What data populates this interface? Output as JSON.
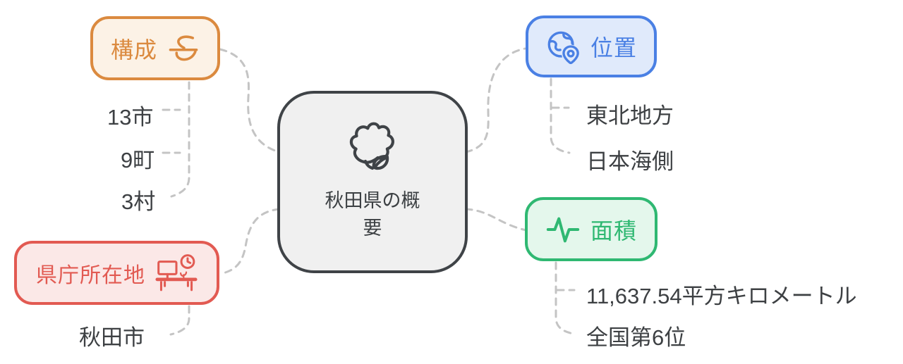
{
  "center": {
    "label": "秋田県の概要",
    "icon": "leaf-icon",
    "border_color": "#3F4347",
    "bg_color": "#F0F0F0",
    "text_color": "#3C4043"
  },
  "branches": [
    {
      "id": "kousei",
      "label": "構成",
      "icon": "section-symbol-icon",
      "border_color": "#DB8A3F",
      "bg_color": "#FCF2E6",
      "children": [
        "13市",
        "9町",
        "3村"
      ]
    },
    {
      "id": "ichi",
      "label": "位置",
      "icon": "globe-pin-icon",
      "border_color": "#4A80E4",
      "bg_color": "#E0EAFB",
      "children": [
        "東北地方",
        "日本海側"
      ]
    },
    {
      "id": "menseki",
      "label": "面積",
      "icon": "activity-pulse-icon",
      "border_color": "#2FB872",
      "bg_color": "#E4F7EC",
      "children": [
        "11,637.54平方キロメートル",
        "全国第6位"
      ]
    },
    {
      "id": "kenchou",
      "label": "県庁所在地",
      "icon": "desk-clock-icon",
      "border_color": "#E25A52",
      "bg_color": "#FBE8E7",
      "children": [
        "秋田市"
      ]
    }
  ],
  "palette": {
    "connector_color": "#C4C4C4",
    "child_text_color": "#3D4043"
  }
}
